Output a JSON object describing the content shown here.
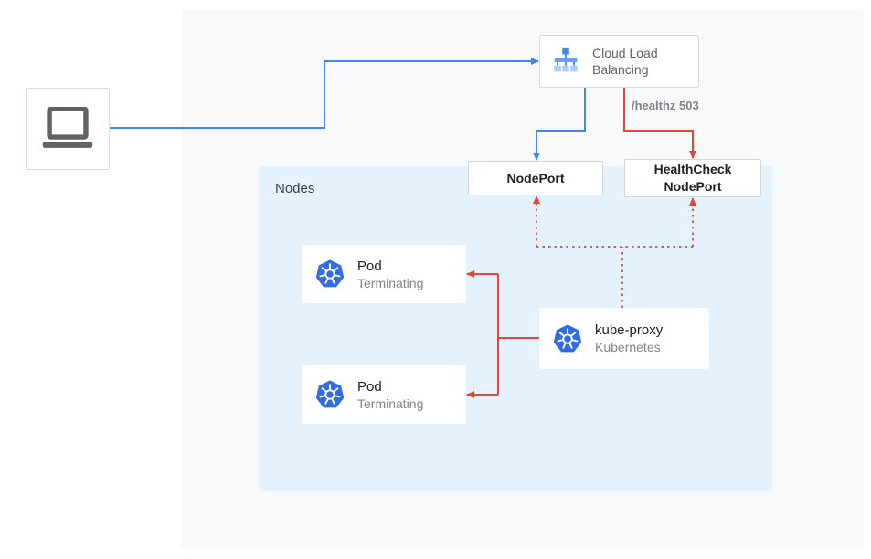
{
  "colors": {
    "edge_blue": "#4285f4",
    "edge_red": "#ea4335",
    "panel_bg": "#f8f9fa",
    "nodes_panel_bg": "#e3f2fd",
    "kubernetes_blue": "#326ce5"
  },
  "client": {
    "icon": "laptop-icon"
  },
  "cloud_load_balancing": {
    "label": "Cloud Load Balancing",
    "icon": "cloud-load-balancing-icon"
  },
  "nodeport": {
    "label": "NodePort"
  },
  "healthcheck_nodeport": {
    "label": "HealthCheck NodePort"
  },
  "nodes_panel": {
    "label": "Nodes"
  },
  "pods": [
    {
      "title": "Pod",
      "subtitle": "Terminating",
      "icon": "kubernetes-icon"
    },
    {
      "title": "Pod",
      "subtitle": "Terminating",
      "icon": "kubernetes-icon"
    }
  ],
  "kube_proxy": {
    "title": "kube-proxy",
    "subtitle": "Kubernetes",
    "icon": "kubernetes-icon"
  },
  "edges": [
    {
      "from": "laptop",
      "to": "cloud-load-balancing",
      "color": "blue",
      "style": "solid"
    },
    {
      "from": "cloud-load-balancing",
      "to": "nodeport",
      "color": "blue",
      "style": "solid"
    },
    {
      "from": "cloud-load-balancing",
      "to": "healthcheck-nodeport",
      "color": "red",
      "style": "solid",
      "label": "/healthz 503"
    },
    {
      "from": "kube-proxy",
      "to": "nodeport",
      "color": "red",
      "style": "dotted"
    },
    {
      "from": "kube-proxy",
      "to": "healthcheck-nodeport",
      "color": "red",
      "style": "dotted"
    },
    {
      "from": "kube-proxy",
      "to": "pod-1",
      "color": "red",
      "style": "solid"
    },
    {
      "from": "kube-proxy",
      "to": "pod-2",
      "color": "red",
      "style": "solid"
    }
  ]
}
